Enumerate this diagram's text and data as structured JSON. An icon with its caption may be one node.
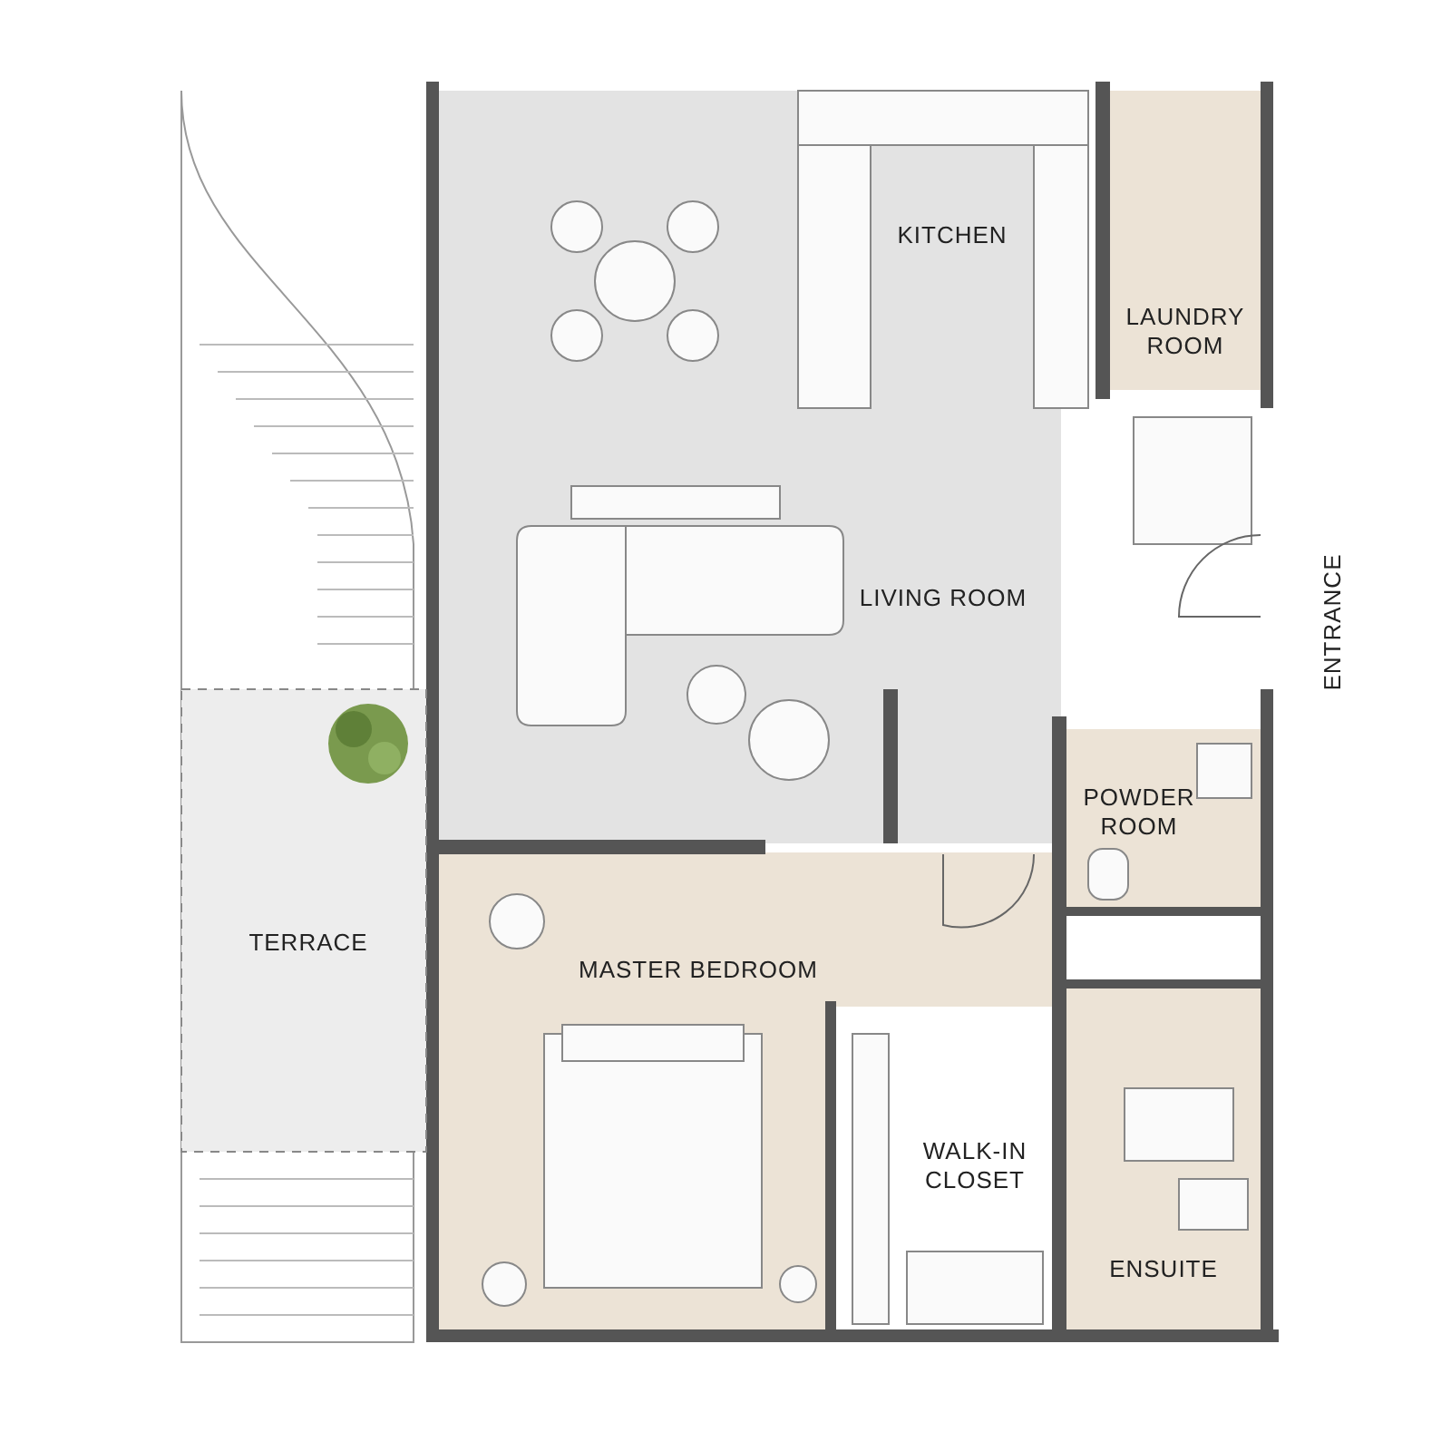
{
  "diagram": {
    "nodes": [
      {
        "text": [
          "KITCHEN"
        ]
      },
      {
        "text": [
          "LAUNDRY ROOM"
        ]
      },
      {
        "text": [
          "LIVING ROOM"
        ]
      },
      {
        "text": [
          "POWDER ROOM"
        ]
      },
      {
        "text": [
          "TERRACE"
        ]
      },
      {
        "text": [
          "MASTER BEDROOM"
        ]
      },
      {
        "text": [
          "WALK-IN CLOSET"
        ]
      },
      {
        "text": [
          "ENSUITE"
        ]
      }
    ],
    "labels": [
      "ENTRANCE"
    ]
  }
}
